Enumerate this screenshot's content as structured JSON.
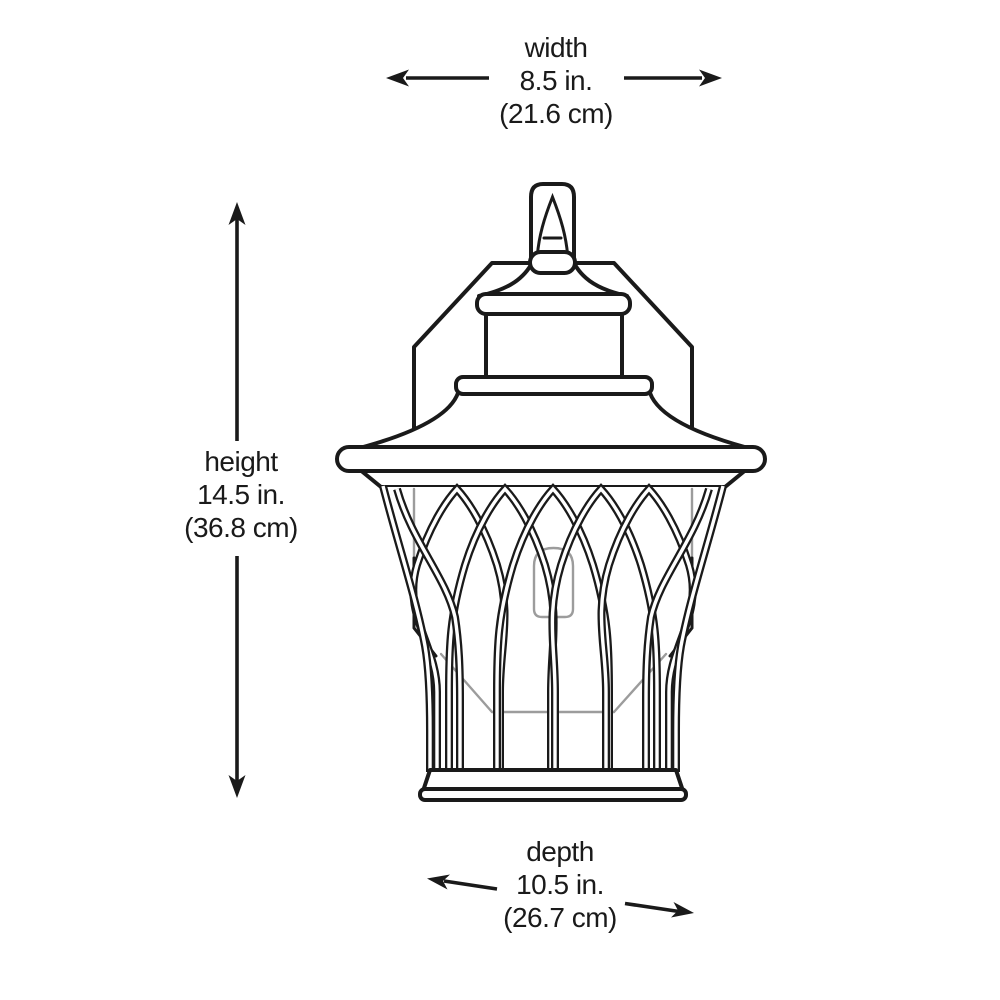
{
  "diagram": {
    "kind": "product-dimension-diagram",
    "drawing": "wall-lantern-line-art",
    "dimensions": {
      "width": {
        "label": "width",
        "inches": "8.5 in.",
        "cm": "(21.6 cm)"
      },
      "height": {
        "label": "height",
        "inches": "14.5 in.",
        "cm": "(36.8 cm)"
      },
      "depth": {
        "label": "depth",
        "inches": "10.5 in.",
        "cm": "(26.7 cm)"
      }
    }
  },
  "colors": {
    "line": "#1a1a1a",
    "faint": "#9c9c9c",
    "background": "#ffffff"
  }
}
